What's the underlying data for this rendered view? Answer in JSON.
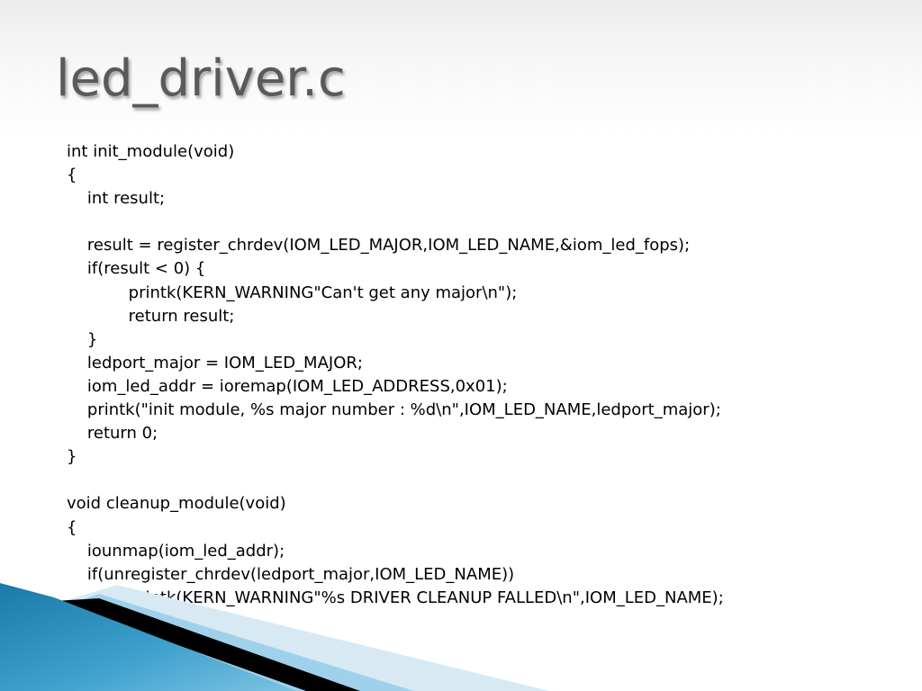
{
  "slide": {
    "title": "led_driver.c",
    "code_lines": [
      "int init_module(void)",
      "{",
      "    int result;",
      "",
      "    result = register_chrdev(IOM_LED_MAJOR,IOM_LED_NAME,&iom_led_fops);",
      "    if(result < 0) {",
      "            printk(KERN_WARNING\"Can't get any major\\n\");",
      "            return result;",
      "    }",
      "    ledport_major = IOM_LED_MAJOR;",
      "    iom_led_addr = ioremap(IOM_LED_ADDRESS,0x01);",
      "    printk(\"init module, %s major number : %d\\n\",IOM_LED_NAME,ledport_major);",
      "    return 0;",
      "}",
      "",
      "void cleanup_module(void)",
      "{",
      "    iounmap(iom_led_addr);",
      "    if(unregister_chrdev(ledport_major,IOM_LED_NAME))",
      "            printk(KERN_WARNING\"%s DRIVER CLEANUP FALLED\\n\",IOM_LED_NAME);",
      "}"
    ]
  },
  "theme": {
    "title_color": "#5a5a5a",
    "accent_blue": "#1f7fae",
    "accent_light_blue": "#8fcbe6",
    "accent_pale_blue": "#d7eaf3",
    "accent_black": "#000000"
  }
}
